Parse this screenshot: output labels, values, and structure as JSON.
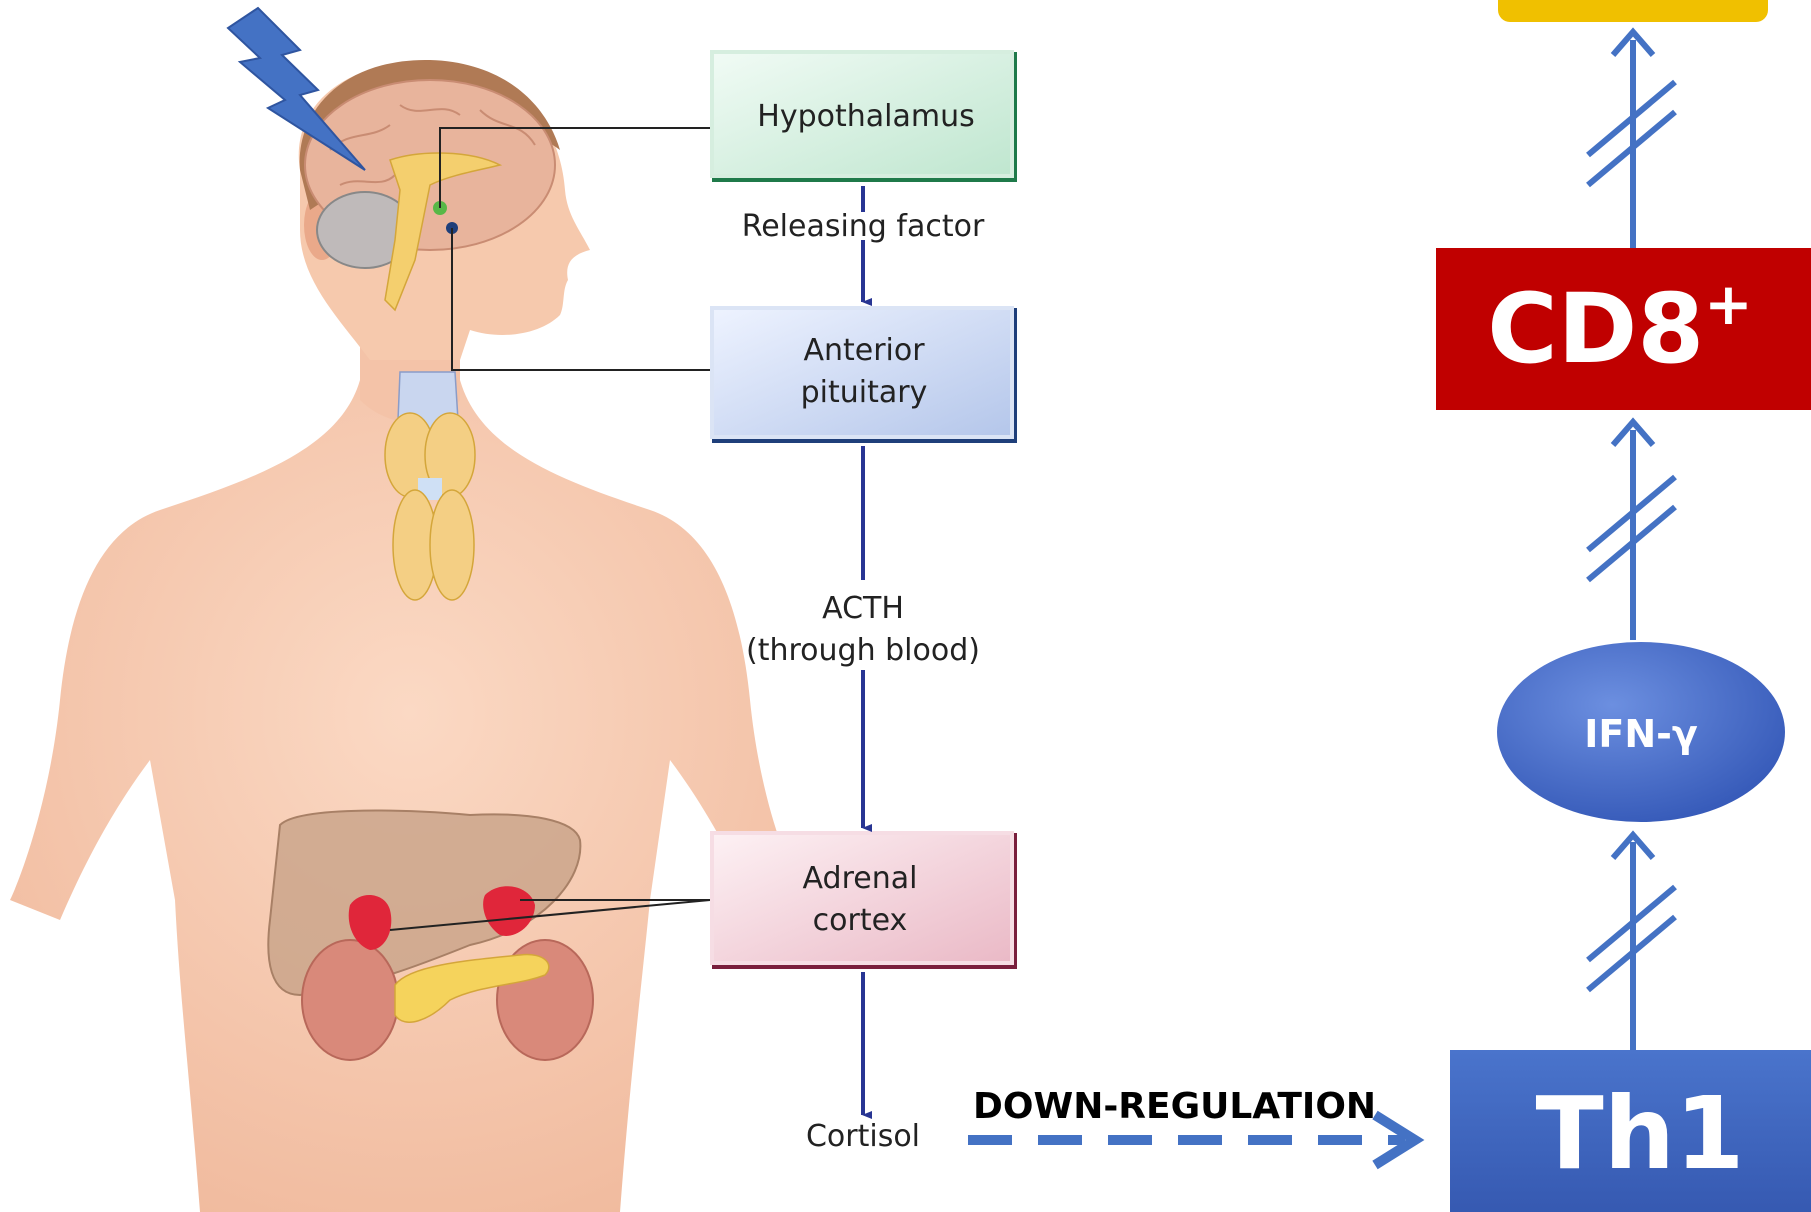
{
  "boxes": {
    "hypothalamus": "Hypothalamus",
    "anterior_pituitary_line1": "Anterior",
    "anterior_pituitary_line2": "pituitary",
    "adrenal_cortex_line1": "Adrenal",
    "adrenal_cortex_line2": "cortex"
  },
  "flow_labels": {
    "releasing_factor": "Releasing factor",
    "acth_line1": "ACTH",
    "acth_line2": "(through blood)",
    "cortisol": "Cortisol"
  },
  "downregulation": "DOWN-REGULATION",
  "immune": {
    "th1": "Th1",
    "ifn": "IFN-γ",
    "cd8": "CD8",
    "cd8_superscript": "+"
  },
  "colors": {
    "arrow_blue": "#4472c4",
    "cd8_red": "#c00000",
    "th1_blue": "#3f68c2",
    "top_box_yellow": "#f0c000",
    "flow_navy": "#283593",
    "hypothalamus_green": "#2e8b57",
    "pituitary_blue": "#1f3f7a",
    "adrenal_maroon": "#7a1f3d"
  }
}
